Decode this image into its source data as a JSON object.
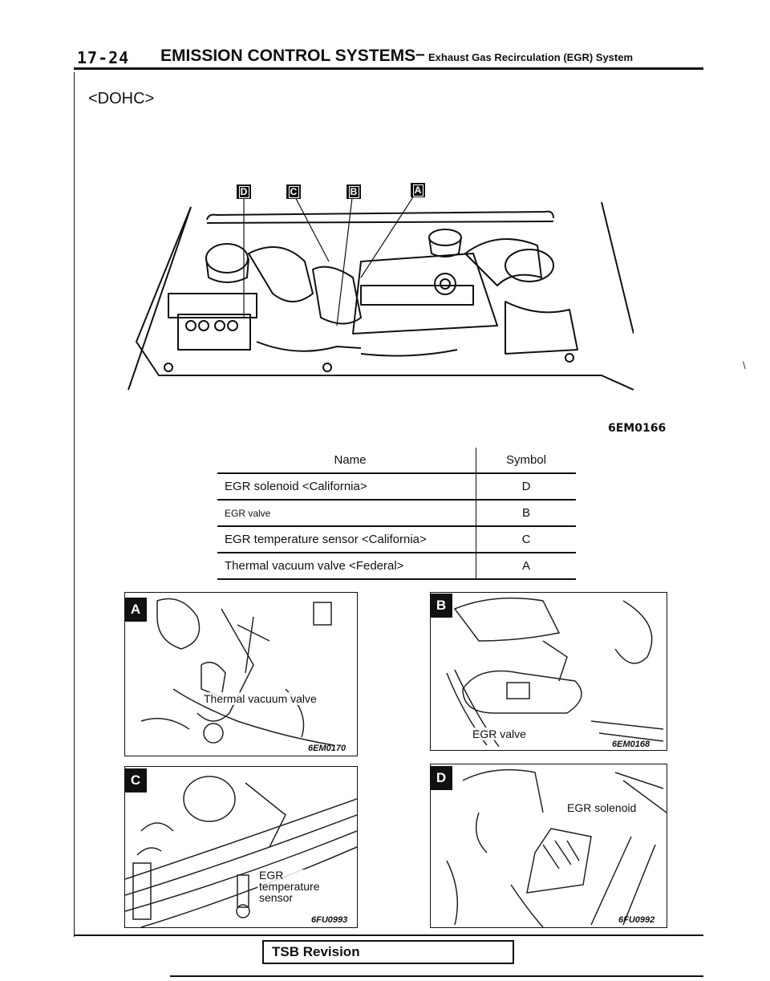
{
  "header": {
    "page_number": "17-24",
    "chapter": "EMISSION CONTROL SYSTEMS",
    "separator": "–",
    "section": "Exhaust Gas Recirculation (EGR) System"
  },
  "variant_label": "<DOHC>",
  "overview": {
    "callouts": [
      "D",
      "C",
      "B",
      "A"
    ],
    "figure_code": "6EM0166"
  },
  "component_table": {
    "headers": {
      "name": "Name",
      "symbol": "Symbol"
    },
    "rows": [
      {
        "name": "EGR  solenoid  <California>",
        "symbol": "D"
      },
      {
        "name": "EGR valve",
        "symbol": "B"
      },
      {
        "name": "EGR  temperature  sensor  <California>",
        "symbol": "C"
      },
      {
        "name": "Thermal  vacuum  valve  <Federal>",
        "symbol": "A"
      }
    ]
  },
  "detail_photos": [
    {
      "badge": "A",
      "caption": "Thermal vacuum valve",
      "code": "6EM0170"
    },
    {
      "badge": "B",
      "caption": "EGR valve",
      "code": "6EM0168"
    },
    {
      "badge": "C",
      "caption": "EGR temperature sensor",
      "code": "6FU0993"
    },
    {
      "badge": "D",
      "caption": "EGR solenoid",
      "code": "6FU0992"
    }
  ],
  "footer": {
    "tsb_label": "TSB  Revision"
  },
  "stray_mark": "\\"
}
